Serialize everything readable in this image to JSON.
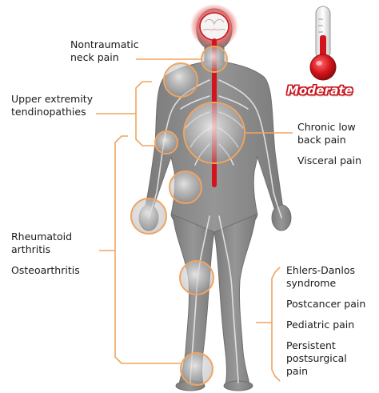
{
  "colors": {
    "body": "#8d8d8d",
    "body_edge": "#6f6f6f",
    "spine": "#d4141c",
    "brain_glow": "#e23a3a",
    "joint_ring": "#f0a460",
    "bracket": "#f0a460",
    "thermometer_red": "#d4141c",
    "severity_red": "#c9141b"
  },
  "severity": {
    "label": "Moderate",
    "icon": "thermometer-icon"
  },
  "labels": {
    "neck": [
      "Nontraumatic",
      "neck pain"
    ],
    "upper_extremity": [
      "Upper extremity",
      "tendinopathies"
    ],
    "chronic_low_back": [
      "Chronic low",
      "back pain"
    ],
    "visceral": "Visceral pain",
    "rheumatoid": [
      "Rheumatoid",
      "arthritis"
    ],
    "osteoarthritis": "Osteoarthritis",
    "ehlers_danlos": [
      "Ehlers-Danlos",
      "syndrome"
    ],
    "postcancer": "Postcancer pain",
    "pediatric": "Pediatric pain",
    "persistent_postsurgical": [
      "Persistent",
      "postsurgical",
      "pain"
    ]
  }
}
